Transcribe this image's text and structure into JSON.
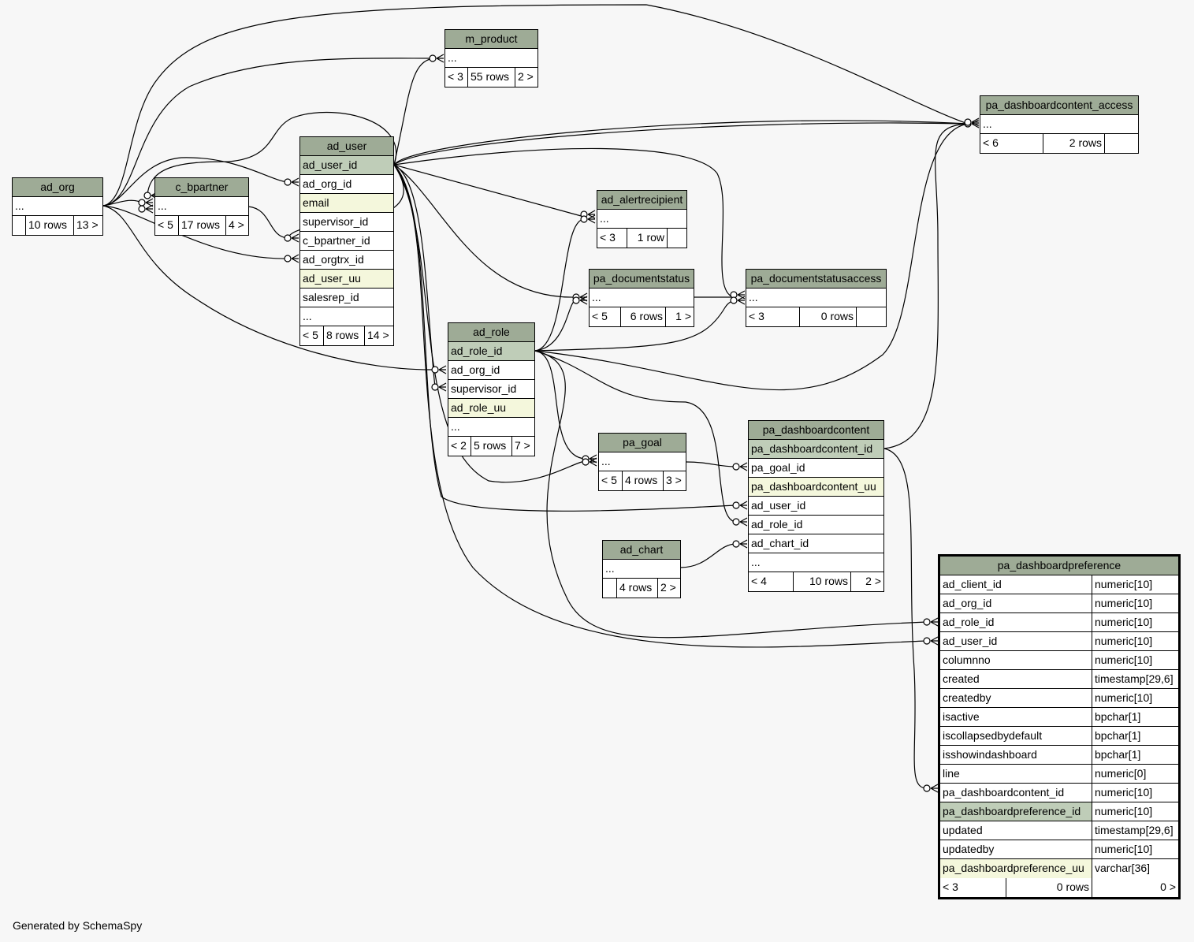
{
  "footer": "Generated by SchemaSpy",
  "colors": {
    "header": "#9eab96",
    "primary_key": "#bfcdb8",
    "unique": "#f4f7dc",
    "background": "#f7f7f7",
    "edge": "#000000"
  },
  "tables": {
    "m_product": {
      "name": "m_product",
      "columns": [
        "..."
      ],
      "footer": {
        "left": "< 3",
        "rows": "55 rows",
        "right": "2 >"
      }
    },
    "ad_org": {
      "name": "ad_org",
      "columns": [
        "..."
      ],
      "footer": {
        "left": "",
        "rows": "10 rows",
        "right": "13 >"
      }
    },
    "c_bpartner": {
      "name": "c_bpartner",
      "columns": [
        "..."
      ],
      "footer": {
        "left": "< 5",
        "rows": "17 rows",
        "right": "4 >"
      }
    },
    "ad_user": {
      "name": "ad_user",
      "columns": [
        "ad_user_id",
        "ad_org_id",
        "email",
        "supervisor_id",
        "c_bpartner_id",
        "ad_orgtrx_id",
        "ad_user_uu",
        "salesrep_id",
        "..."
      ],
      "footer": {
        "left": "< 5",
        "rows": "8 rows",
        "right": "14 >"
      }
    },
    "ad_alertrecipient": {
      "name": "ad_alertrecipient",
      "columns": [
        "..."
      ],
      "footer": {
        "left": "< 3",
        "rows": "1 row",
        "right": ""
      }
    },
    "pa_documentstatus": {
      "name": "pa_documentstatus",
      "columns": [
        "..."
      ],
      "footer": {
        "left": "< 5",
        "rows": "6 rows",
        "right": "1 >"
      }
    },
    "pa_documentstatusaccess": {
      "name": "pa_documentstatusaccess",
      "columns": [
        "..."
      ],
      "footer": {
        "left": "< 3",
        "rows": "0 rows",
        "right": ""
      }
    },
    "pa_dashboardcontent_access": {
      "name": "pa_dashboardcontent_access",
      "columns": [
        "..."
      ],
      "footer": {
        "left": "< 6",
        "rows": "2 rows",
        "right": ""
      }
    },
    "ad_role": {
      "name": "ad_role",
      "columns": [
        "ad_role_id",
        "ad_org_id",
        "supervisor_id",
        "ad_role_uu",
        "..."
      ],
      "footer": {
        "left": "< 2",
        "rows": "5 rows",
        "right": "7 >"
      }
    },
    "pa_goal": {
      "name": "pa_goal",
      "columns": [
        "..."
      ],
      "footer": {
        "left": "< 5",
        "rows": "4 rows",
        "right": "3 >"
      }
    },
    "ad_chart": {
      "name": "ad_chart",
      "columns": [
        "..."
      ],
      "footer": {
        "left": "",
        "rows": "4 rows",
        "right": "2 >"
      }
    },
    "pa_dashboardcontent": {
      "name": "pa_dashboardcontent",
      "columns": [
        "pa_dashboardcontent_id",
        "pa_goal_id",
        "pa_dashboardcontent_uu",
        "ad_user_id",
        "ad_role_id",
        "ad_chart_id",
        "..."
      ],
      "footer": {
        "left": "< 4",
        "rows": "10 rows",
        "right": "2 >"
      }
    },
    "pa_dashboardpreference": {
      "name": "pa_dashboardpreference",
      "columns": [
        {
          "name": "ad_client_id",
          "type": "numeric[10]"
        },
        {
          "name": "ad_org_id",
          "type": "numeric[10]"
        },
        {
          "name": "ad_role_id",
          "type": "numeric[10]"
        },
        {
          "name": "ad_user_id",
          "type": "numeric[10]"
        },
        {
          "name": "columnno",
          "type": "numeric[10]"
        },
        {
          "name": "created",
          "type": "timestamp[29,6]"
        },
        {
          "name": "createdby",
          "type": "numeric[10]"
        },
        {
          "name": "isactive",
          "type": "bpchar[1]"
        },
        {
          "name": "iscollapsedbydefault",
          "type": "bpchar[1]"
        },
        {
          "name": "isshowindashboard",
          "type": "bpchar[1]"
        },
        {
          "name": "line",
          "type": "numeric[0]"
        },
        {
          "name": "pa_dashboardcontent_id",
          "type": "numeric[10]"
        },
        {
          "name": "pa_dashboardpreference_id",
          "type": "numeric[10]"
        },
        {
          "name": "updated",
          "type": "timestamp[29,6]"
        },
        {
          "name": "updatedby",
          "type": "numeric[10]"
        },
        {
          "name": "pa_dashboardpreference_uu",
          "type": "varchar[36]"
        }
      ],
      "footer": {
        "left": "< 3",
        "rows": "0 rows",
        "right": "0 >"
      }
    }
  }
}
